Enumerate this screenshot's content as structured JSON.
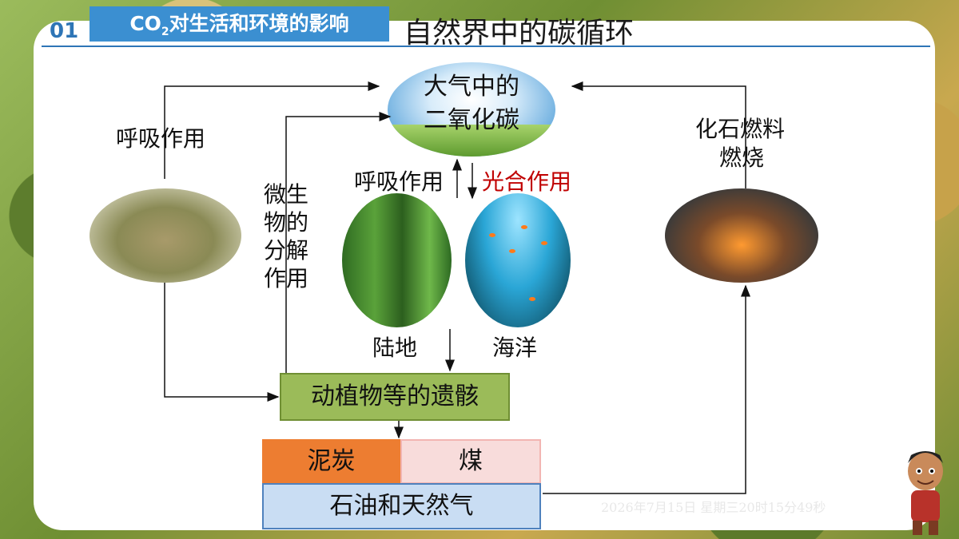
{
  "header": {
    "section_number": "01",
    "tag_prefix": "CO",
    "tag_sub": "2",
    "tag_suffix": "对生活和环境的影响",
    "title": "自然界中的碳循环"
  },
  "nodes": {
    "atmosphere_line1": "大气中的",
    "atmosphere_line2": "二氧化碳",
    "land": "陆地",
    "ocean": "海洋",
    "remains": "动植物等的遗骸",
    "peat": "泥炭",
    "coal": "煤",
    "oil_gas": "石油和天然气"
  },
  "labels": {
    "animal_respiration": "呼吸作用",
    "decomposition": "微生物的分解作用",
    "plant_respiration": "呼吸作用",
    "photosynthesis": "光合作用",
    "fossil_line1": "化石燃料",
    "fossil_line2": "燃烧"
  },
  "footer": {
    "timestamp": "2026年7月15日 星期三20时15分49秒"
  },
  "colors": {
    "accent": "#2e75b6",
    "photosynthesis": "#c00000",
    "remains_fill": "#9bbb59",
    "peat_fill": "#ed7d31",
    "coal_fill": "#f8dcdb",
    "oil_fill": "#c9ddf3"
  }
}
